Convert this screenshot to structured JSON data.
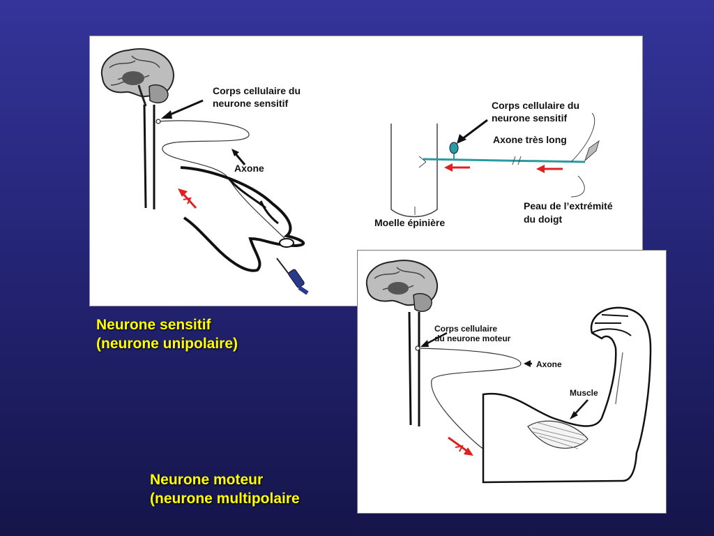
{
  "sensory": {
    "left_cell_body_label": [
      "Corps cellulaire du",
      "neurone sensitif"
    ],
    "left_axon_label": "Axone",
    "right_cell_body_label": [
      "Corps cellulaire du",
      "neurone sensitif"
    ],
    "right_axon_label": "Axone très long",
    "spinal_cord_label": "Moelle épinière",
    "skin_label": [
      "Peau de l’extrémité",
      "du doigt"
    ]
  },
  "motor": {
    "cell_body_label": [
      "Corps cellulaire",
      "du neurone moteur"
    ],
    "axon_label": "Axone",
    "muscle_label": "Muscle"
  },
  "captions": {
    "sensory": [
      "Neurone sensitif",
      "(neurone unipolaire)"
    ],
    "motor": [
      "Neurone moteur",
      "(neurone multipolaire"
    ]
  },
  "colors": {
    "caption": "#ffff00",
    "signal_arrow": "#e02020",
    "axon_teal": "#2a9aa0",
    "needle_handle": "#2a3a8a"
  }
}
